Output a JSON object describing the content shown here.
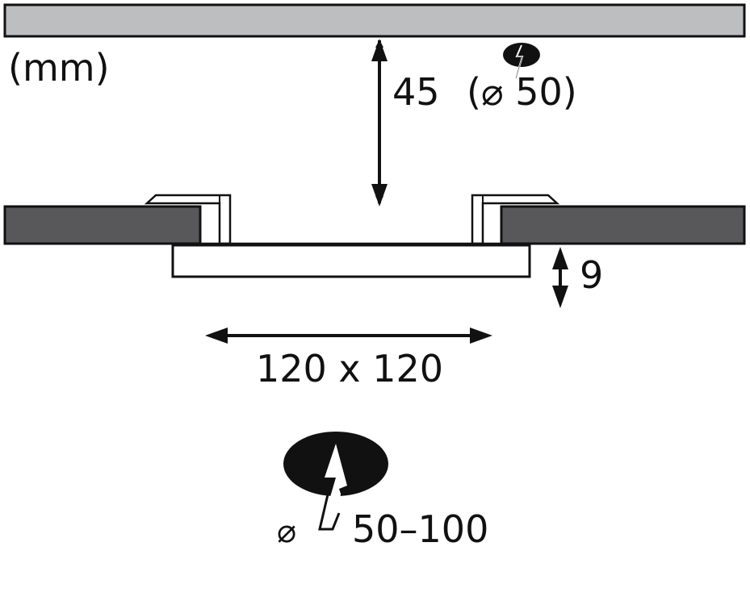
{
  "unit_label": "(mm)",
  "ceiling_gap": {
    "value": "45",
    "cutout_hint": "(⌀ 50)"
  },
  "panel_height": {
    "value": "9"
  },
  "panel_size": {
    "value": "120 x 120"
  },
  "cutout": {
    "symbol": "⌀",
    "range": "50–100"
  },
  "colors": {
    "ceiling": "#bdbec0",
    "board": "#58585a",
    "outline": "#111111",
    "panel": "#ffffff"
  },
  "icons": [
    "cutout-drill-icon",
    "drill-hole-small-icon",
    "double-arrow-icon"
  ]
}
